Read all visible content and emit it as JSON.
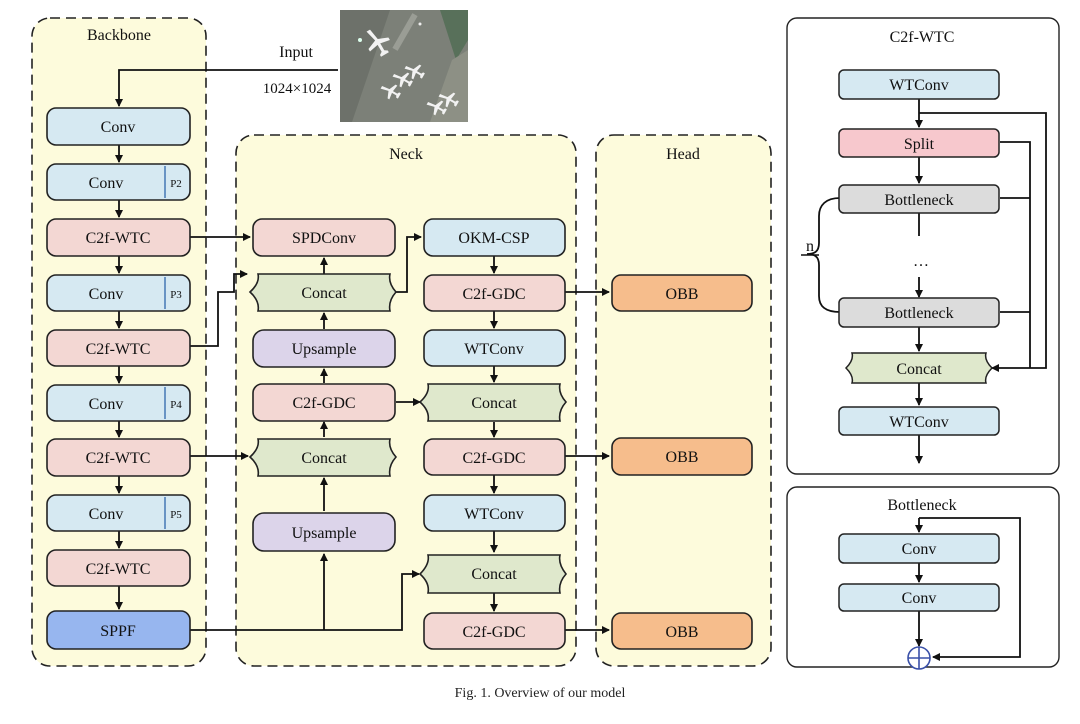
{
  "input": {
    "label": "Input",
    "size": "1024×1024"
  },
  "panels": {
    "backbone": "Backbone",
    "neck": "Neck",
    "head": "Head",
    "c2f_wtc": "C2f-WTC",
    "bottleneck": "Bottleneck"
  },
  "backbone": {
    "conv1": "Conv",
    "conv2": "Conv",
    "p2": "P2",
    "c2f1": "C2f-WTC",
    "conv3": "Conv",
    "p3": "P3",
    "c2f2": "C2f-WTC",
    "conv4": "Conv",
    "p4": "P4",
    "c2f3": "C2f-WTC",
    "conv5": "Conv",
    "p5": "P5",
    "c2f4": "C2f-WTC",
    "sppf": "SPPF"
  },
  "neck": {
    "spdconv": "SPDConv",
    "concat1": "Concat",
    "upsample1": "Upsample",
    "c2f_gdc_a": "C2f-GDC",
    "concat2": "Concat",
    "upsample2": "Upsample",
    "okm_csp": "OKM-CSP",
    "c2f_gdc_b": "C2f-GDC",
    "wtconv_b": "WTConv",
    "concat3": "Concat",
    "c2f_gdc_c": "C2f-GDC",
    "wtconv_c": "WTConv",
    "concat4": "Concat",
    "c2f_gdc_d": "C2f-GDC"
  },
  "head": {
    "obb1": "OBB",
    "obb2": "OBB",
    "obb3": "OBB"
  },
  "c2f_wtc_detail": {
    "wtconv_top": "WTConv",
    "split": "Split",
    "bottleneck1": "Bottleneck",
    "ellipsis": "…",
    "n": "n",
    "bottleneck2": "Bottleneck",
    "concat": "Concat",
    "wtconv_bottom": "WTConv"
  },
  "bottleneck_detail": {
    "conv1": "Conv",
    "conv2": "Conv"
  },
  "caption": "Fig. 1.  Overview of our model",
  "colors": {
    "panel_fill": "#fdfbdc",
    "conv_blue": "#d6e9f2",
    "c2f_pink": "#f3d7d3",
    "sppf_blue": "#97b6ef",
    "concat_green": "#dfe8cc",
    "upsample_purple": "#dcd4ea",
    "obb_orange": "#f6bd8c",
    "split_red": "#f7c8cd",
    "bottleneck_gray": "#dcdcdc"
  }
}
